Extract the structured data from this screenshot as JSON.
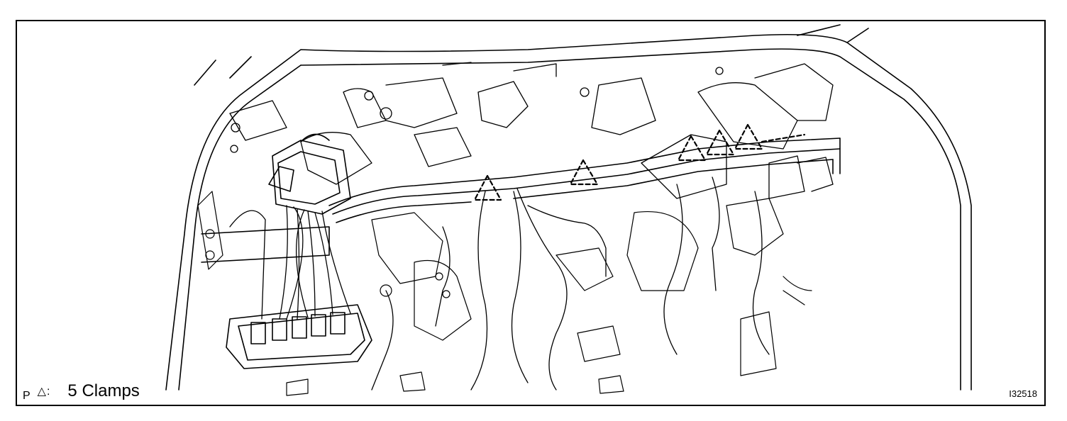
{
  "figure": {
    "legend_symbol": "△:",
    "legend_text": "5 Clamps",
    "corner_mark": "P",
    "figure_id": "I32518"
  }
}
